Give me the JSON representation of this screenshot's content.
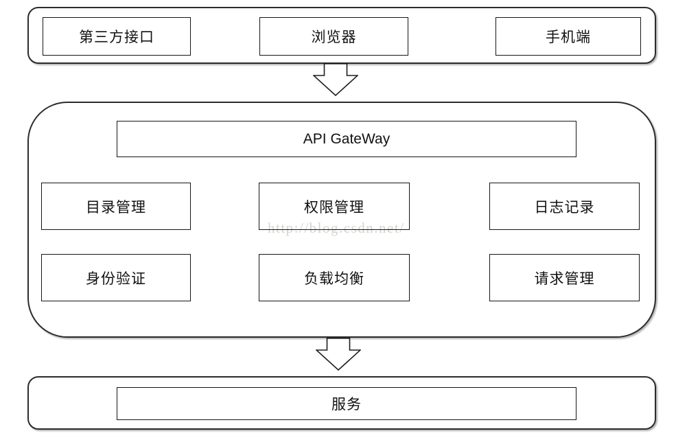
{
  "diagram": {
    "clients": {
      "items": [
        {
          "label": "第三方接口"
        },
        {
          "label": "浏览器"
        },
        {
          "label": "手机端"
        }
      ]
    },
    "gateway": {
      "title": "API GateWay",
      "modules": [
        {
          "label": "目录管理"
        },
        {
          "label": "权限管理"
        },
        {
          "label": "日志记录"
        },
        {
          "label": "身份验证"
        },
        {
          "label": "负载均衡"
        },
        {
          "label": "请求管理"
        }
      ]
    },
    "services": {
      "label": "服务"
    },
    "watermark": "http://blog.csdn.net/",
    "colors": {
      "background": "#ffffff",
      "border": "#2b2b2b",
      "box_border": "#141414",
      "text": "#111111",
      "watermark": "#d4d4cf"
    }
  }
}
